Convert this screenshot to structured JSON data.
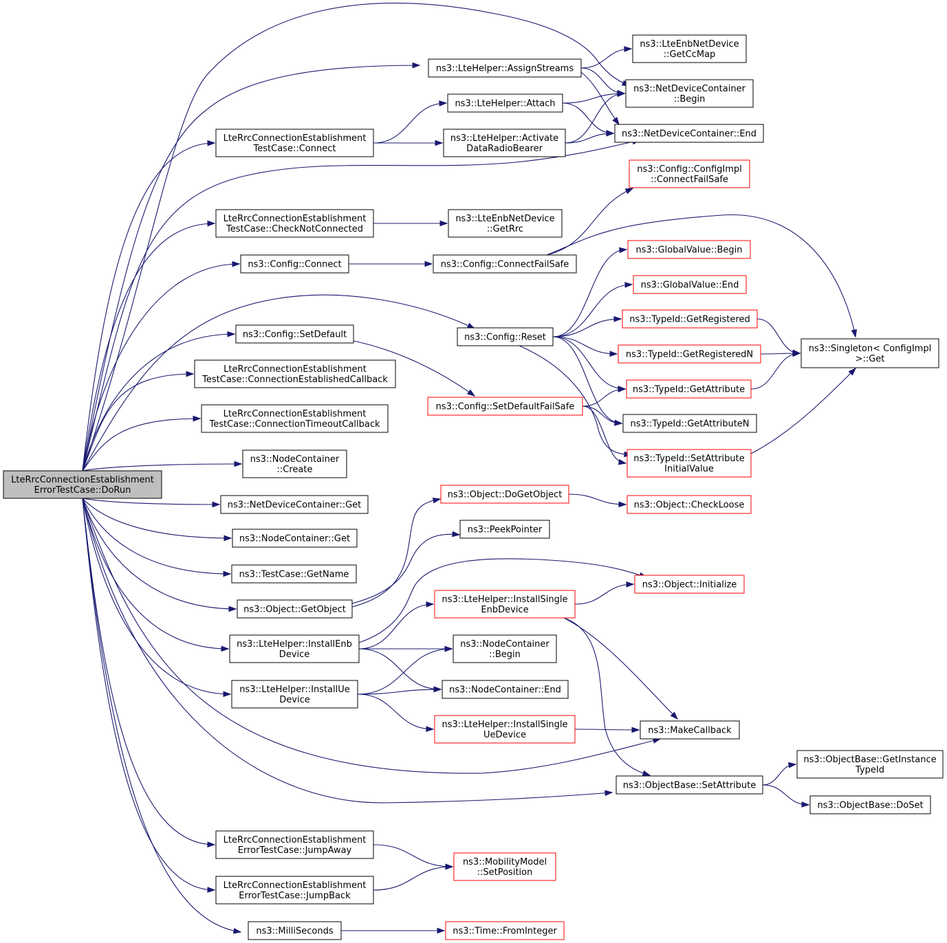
{
  "colors": {
    "edge": "#191970",
    "node_border": "#000000",
    "node_border_truncated": "#ff0000",
    "root_fill": "#bfbfbf",
    "node_fill": "#ffffff"
  },
  "nodes": [
    {
      "id": "n0",
      "lines": [
        "LteRrcConnectionEstablishment",
        "ErrorTestCase::DoRun"
      ],
      "root": true
    },
    {
      "id": "n1",
      "lines": [
        "ns3::LteHelper::AssignStreams"
      ]
    },
    {
      "id": "n2",
      "lines": [
        "ns3::LteEnbNetDevice",
        "::GetCcMap"
      ]
    },
    {
      "id": "n3",
      "lines": [
        "ns3::NetDeviceContainer",
        "::Begin"
      ]
    },
    {
      "id": "n4",
      "lines": [
        "ns3::NetDeviceContainer::End"
      ]
    },
    {
      "id": "n5",
      "lines": [
        "ns3::LteHelper::Attach"
      ]
    },
    {
      "id": "n6",
      "lines": [
        "LteRrcConnectionEstablishment",
        "TestCase::Connect"
      ]
    },
    {
      "id": "n7",
      "lines": [
        "ns3::LteHelper::Activate",
        "DataRadioBearer"
      ]
    },
    {
      "id": "n8",
      "lines": [
        "ns3::Config::ConfigImpl",
        "::ConnectFailSafe"
      ],
      "truncated": true
    },
    {
      "id": "n9",
      "lines": [
        "LteRrcConnectionEstablishment",
        "TestCase::CheckNotConnected"
      ]
    },
    {
      "id": "n10",
      "lines": [
        "ns3::LteEnbNetDevice",
        "::GetRrc"
      ]
    },
    {
      "id": "n11",
      "lines": [
        "ns3::Config::Connect"
      ]
    },
    {
      "id": "n12",
      "lines": [
        "ns3::Config::ConnectFailSafe"
      ]
    },
    {
      "id": "n13",
      "lines": [
        "ns3::GlobalValue::Begin"
      ],
      "truncated": true
    },
    {
      "id": "n14",
      "lines": [
        "ns3::GlobalValue::End"
      ],
      "truncated": true
    },
    {
      "id": "n15",
      "lines": [
        "ns3::Config::Reset"
      ]
    },
    {
      "id": "n16",
      "lines": [
        "ns3::TypeId::GetRegistered"
      ],
      "truncated": true
    },
    {
      "id": "n17",
      "lines": [
        "ns3::Config::SetDefault"
      ]
    },
    {
      "id": "n18",
      "lines": [
        "ns3::TypeId::GetRegisteredN"
      ],
      "truncated": true
    },
    {
      "id": "n19",
      "lines": [
        "ns3::Singleton< ConfigImpl",
        " >::Get"
      ]
    },
    {
      "id": "n20",
      "lines": [
        "LteRrcConnectionEstablishment",
        "TestCase::ConnectionEstablishedCallback"
      ]
    },
    {
      "id": "n21",
      "lines": [
        "ns3::TypeId::GetAttribute"
      ],
      "truncated": true
    },
    {
      "id": "n22",
      "lines": [
        "ns3::Config::SetDefaultFailSafe"
      ],
      "truncated": true
    },
    {
      "id": "n23",
      "lines": [
        "ns3::TypeId::GetAttributeN"
      ]
    },
    {
      "id": "n24",
      "lines": [
        "LteRrcConnectionEstablishment",
        "TestCase::ConnectionTimeoutCallback"
      ]
    },
    {
      "id": "n25",
      "lines": [
        "ns3::TypeId::SetAttribute",
        "InitialValue"
      ],
      "truncated": true
    },
    {
      "id": "n26",
      "lines": [
        "ns3::NodeContainer",
        "::Create"
      ]
    },
    {
      "id": "n27",
      "lines": [
        "ns3::Object::DoGetObject"
      ],
      "truncated": true
    },
    {
      "id": "n28",
      "lines": [
        "ns3::NetDeviceContainer::Get"
      ]
    },
    {
      "id": "n29",
      "lines": [
        "ns3::Object::CheckLoose"
      ],
      "truncated": true
    },
    {
      "id": "n30",
      "lines": [
        "ns3::PeekPointer"
      ]
    },
    {
      "id": "n31",
      "lines": [
        "ns3::NodeContainer::Get"
      ]
    },
    {
      "id": "n32",
      "lines": [
        "ns3::TestCase::GetName"
      ]
    },
    {
      "id": "n33",
      "lines": [
        "ns3::Object::Initialize"
      ],
      "truncated": true
    },
    {
      "id": "n34",
      "lines": [
        "ns3::LteHelper::InstallSingle",
        "EnbDevice"
      ],
      "truncated": true
    },
    {
      "id": "n35",
      "lines": [
        "ns3::Object::GetObject"
      ]
    },
    {
      "id": "n36",
      "lines": [
        "ns3::LteHelper::InstallEnb",
        "Device"
      ]
    },
    {
      "id": "n37",
      "lines": [
        "ns3::NodeContainer",
        "::Begin"
      ]
    },
    {
      "id": "n38",
      "lines": [
        "ns3::LteHelper::InstallUe",
        "Device"
      ]
    },
    {
      "id": "n39",
      "lines": [
        "ns3::NodeContainer::End"
      ]
    },
    {
      "id": "n40",
      "lines": [
        "ns3::LteHelper::InstallSingle",
        "UeDevice"
      ],
      "truncated": true
    },
    {
      "id": "n41",
      "lines": [
        "ns3::MakeCallback"
      ]
    },
    {
      "id": "n42",
      "lines": [
        "ns3::ObjectBase::GetInstance",
        "TypeId"
      ]
    },
    {
      "id": "n43",
      "lines": [
        "ns3::ObjectBase::SetAttribute"
      ]
    },
    {
      "id": "n44",
      "lines": [
        "ns3::ObjectBase::DoSet"
      ]
    },
    {
      "id": "n45",
      "lines": [
        "LteRrcConnectionEstablishment",
        "ErrorTestCase::JumpAway"
      ]
    },
    {
      "id": "n46",
      "lines": [
        "ns3::MobilityModel",
        "::SetPosition"
      ],
      "truncated": true
    },
    {
      "id": "n47",
      "lines": [
        "LteRrcConnectionEstablishment",
        "ErrorTestCase::JumpBack"
      ]
    },
    {
      "id": "n48",
      "lines": [
        "ns3::MilliSeconds"
      ]
    },
    {
      "id": "n49",
      "lines": [
        "ns3::Time::FromInteger"
      ],
      "truncated": true
    }
  ],
  "edges": [
    [
      "n0",
      "n1"
    ],
    [
      "n0",
      "n3"
    ],
    [
      "n0",
      "n4"
    ],
    [
      "n0",
      "n6"
    ],
    [
      "n0",
      "n9"
    ],
    [
      "n0",
      "n11"
    ],
    [
      "n0",
      "n15"
    ],
    [
      "n0",
      "n17"
    ],
    [
      "n0",
      "n20"
    ],
    [
      "n0",
      "n24"
    ],
    [
      "n0",
      "n26"
    ],
    [
      "n0",
      "n28"
    ],
    [
      "n0",
      "n31"
    ],
    [
      "n0",
      "n32"
    ],
    [
      "n0",
      "n35"
    ],
    [
      "n0",
      "n36"
    ],
    [
      "n0",
      "n38"
    ],
    [
      "n0",
      "n41"
    ],
    [
      "n0",
      "n43"
    ],
    [
      "n0",
      "n45"
    ],
    [
      "n0",
      "n47"
    ],
    [
      "n0",
      "n48"
    ],
    [
      "n1",
      "n2"
    ],
    [
      "n1",
      "n3"
    ],
    [
      "n1",
      "n4"
    ],
    [
      "n5",
      "n3"
    ],
    [
      "n5",
      "n4"
    ],
    [
      "n6",
      "n5"
    ],
    [
      "n6",
      "n7"
    ],
    [
      "n7",
      "n3"
    ],
    [
      "n7",
      "n4"
    ],
    [
      "n9",
      "n10"
    ],
    [
      "n11",
      "n12"
    ],
    [
      "n12",
      "n8"
    ],
    [
      "n12",
      "n19"
    ],
    [
      "n15",
      "n13"
    ],
    [
      "n15",
      "n14"
    ],
    [
      "n15",
      "n16"
    ],
    [
      "n15",
      "n18"
    ],
    [
      "n15",
      "n21"
    ],
    [
      "n15",
      "n23"
    ],
    [
      "n15",
      "n25"
    ],
    [
      "n16",
      "n19"
    ],
    [
      "n18",
      "n19"
    ],
    [
      "n21",
      "n19"
    ],
    [
      "n25",
      "n19"
    ],
    [
      "n17",
      "n22"
    ],
    [
      "n22",
      "n21"
    ],
    [
      "n22",
      "n23"
    ],
    [
      "n22",
      "n25"
    ],
    [
      "n27",
      "n29"
    ],
    [
      "n35",
      "n27"
    ],
    [
      "n35",
      "n30"
    ],
    [
      "n34",
      "n33"
    ],
    [
      "n34",
      "n41"
    ],
    [
      "n34",
      "n43"
    ],
    [
      "n36",
      "n33"
    ],
    [
      "n36",
      "n34"
    ],
    [
      "n36",
      "n37"
    ],
    [
      "n36",
      "n39"
    ],
    [
      "n38",
      "n37"
    ],
    [
      "n38",
      "n39"
    ],
    [
      "n38",
      "n40"
    ],
    [
      "n40",
      "n41"
    ],
    [
      "n43",
      "n42"
    ],
    [
      "n43",
      "n44"
    ],
    [
      "n45",
      "n46"
    ],
    [
      "n47",
      "n46"
    ],
    [
      "n48",
      "n49"
    ]
  ]
}
